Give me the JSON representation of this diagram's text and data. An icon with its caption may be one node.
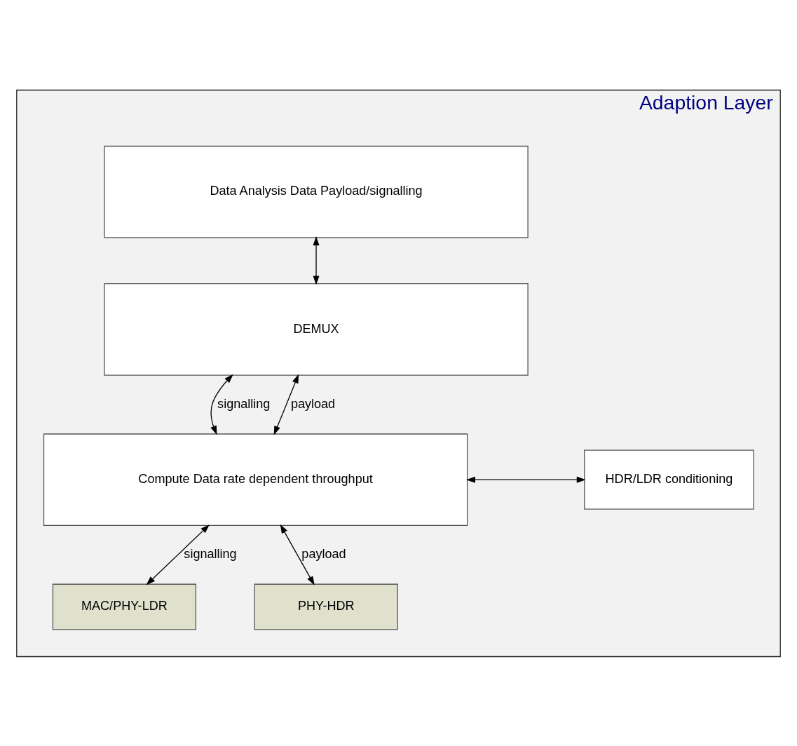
{
  "diagram": {
    "nodes": [
      {
        "text": [
          "Adaption Layer"
        ]
      },
      {
        "text": [
          "Data Analysis Data Payload/signalling"
        ],
        "in": 0
      },
      {
        "text": [
          "DEMUX"
        ],
        "in": 0
      },
      {
        "text": [
          "Compute Data rate dependent throughput"
        ],
        "in": 0
      },
      {
        "text": [
          "HDR/LDR conditioning"
        ],
        "in": 0
      },
      {
        "text": [
          "MAC/PHY-LDR"
        ],
        "in": 0
      },
      {
        "text": [
          "PHY-HDR"
        ],
        "in": 0
      }
    ],
    "edges": [
      {
        "from": 1,
        "to": 2,
        "arrow": "both"
      },
      {
        "from": 2,
        "to": 3,
        "arrow": "both",
        "label": "signalling"
      },
      {
        "from": 2,
        "to": 3,
        "arrow": "both",
        "label": "payload"
      },
      {
        "from": 3,
        "to": 4,
        "arrow": "both"
      },
      {
        "from": 3,
        "to": 5,
        "arrow": "both",
        "label": "signalling"
      },
      {
        "from": 3,
        "to": 6,
        "arrow": "both",
        "label": "payload"
      }
    ]
  }
}
